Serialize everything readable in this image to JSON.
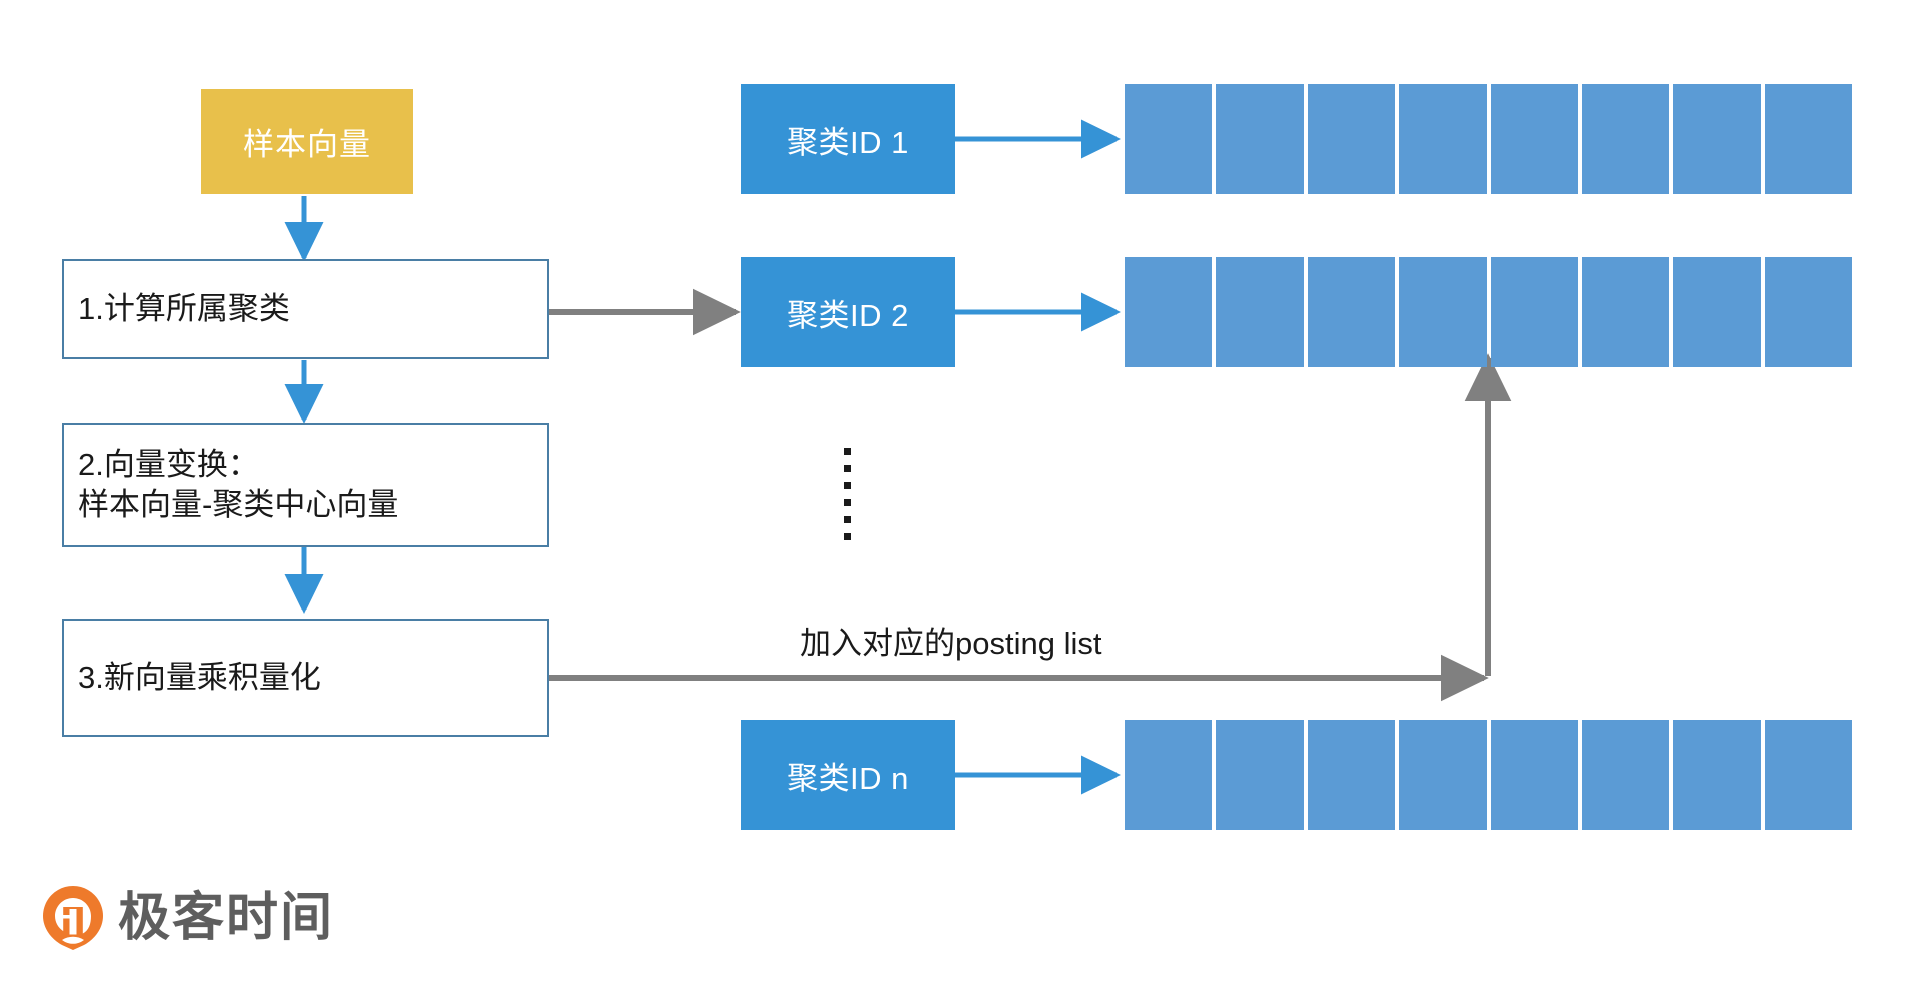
{
  "diagram": {
    "title_text_nodes": {
      "sample_vector": "样本向量",
      "step1": "1.计算所属聚类",
      "step2": "2.向量变换：\n   样本向量-聚类中心向量",
      "step3": "3.新向量乘积量化"
    },
    "clusters": [
      {
        "label": "聚类ID 1"
      },
      {
        "label": "聚类ID 2"
      },
      {
        "label": "聚类ID n"
      }
    ],
    "posting_lists": [
      {
        "for": "聚类ID 1",
        "cell_count": 8
      },
      {
        "for": "聚类ID 2",
        "cell_count": 8
      },
      {
        "for": "聚类ID n",
        "cell_count": 8
      }
    ],
    "annotations": {
      "posting_list_caption": "加入对应的posting list",
      "ellipsis_symbol": "⋮"
    },
    "colors": {
      "sample_box_fill": "#E8C04B",
      "step_box_border": "#4A7EA5",
      "cluster_box_fill": "#3593D6",
      "posting_cell_fill": "#5B9BD5",
      "blue_arrow": "#3593D6",
      "gray_arrow": "#808080",
      "logo_orange": "#EE7A2B",
      "logo_gray": "#5E5E5E"
    }
  },
  "brand": {
    "name": "极客时间"
  }
}
